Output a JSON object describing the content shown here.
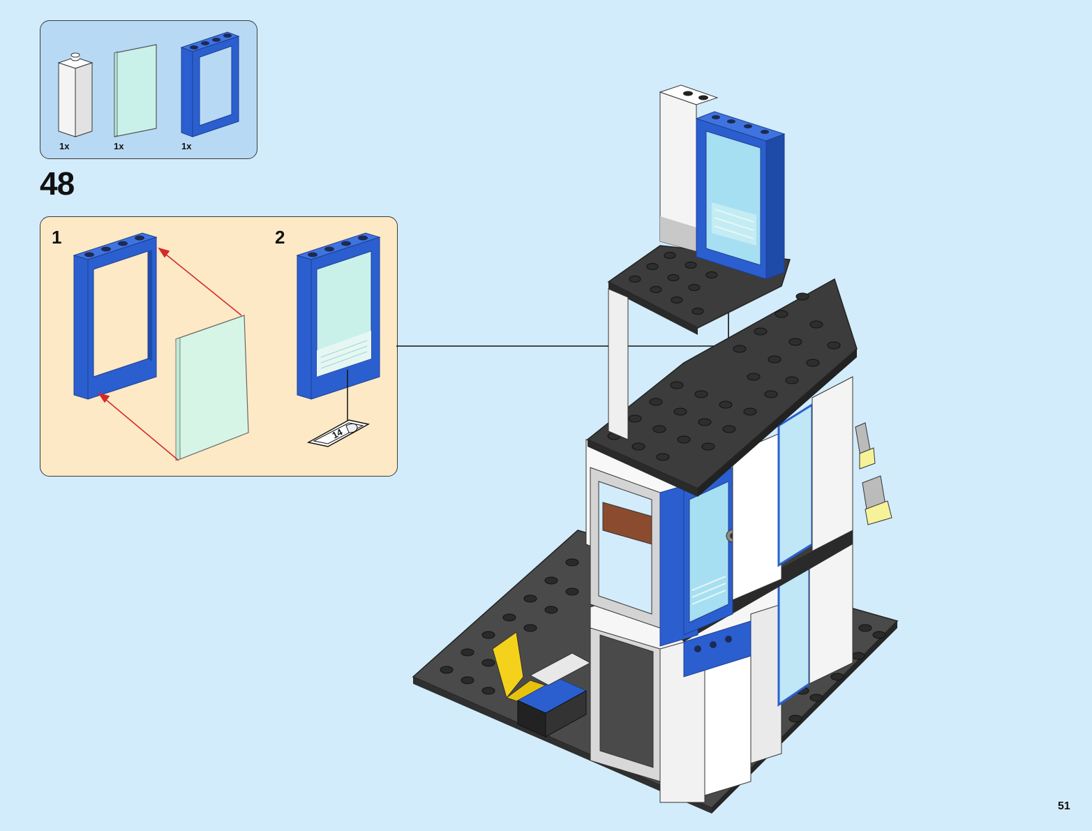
{
  "parts": [
    {
      "qty": "1x",
      "icon": "white-brick-1x1x3-icon"
    },
    {
      "qty": "1x",
      "icon": "glass-pane-icon"
    },
    {
      "qty": "1x",
      "icon": "blue-window-frame-icon"
    }
  ],
  "step": {
    "number": "48"
  },
  "substeps": [
    {
      "label": "1"
    },
    {
      "label": "2"
    }
  ],
  "sticker_number": "14",
  "page_number": "51",
  "colors": {
    "background": "#d3ecfb",
    "parts_panel": "#b8d9f4",
    "substep_panel": "#fde9c6",
    "frame_blue": "#2b5fd0",
    "glass": "#c9f1ea",
    "plate_dark": "#3c3c3c",
    "arrow_red": "#d42a2a"
  }
}
